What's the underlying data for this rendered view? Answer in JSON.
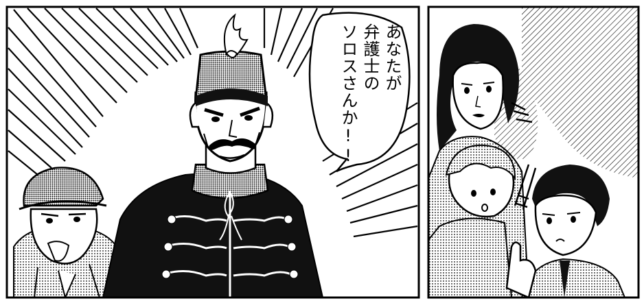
{
  "speech_bubble": {
    "lines": [
      "あなたが",
      "弁護士の",
      "ソロスさんか!!"
    ]
  },
  "colors": {
    "ink": "#000000",
    "paper": "#ffffff",
    "screentone": "#9a9a9a"
  }
}
